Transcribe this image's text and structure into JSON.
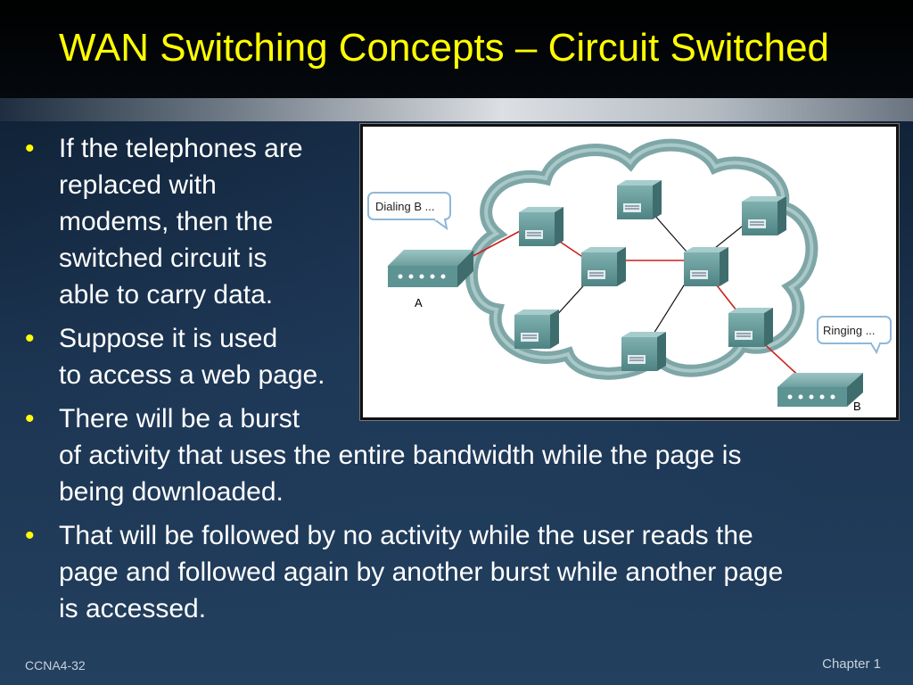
{
  "slide": {
    "title": "WAN Switching Concepts – Circuit Switched",
    "bullets": [
      [
        "If the telephones are",
        "replaced with",
        "modems, then the",
        "switched circuit is",
        "able to carry data."
      ],
      [
        "Suppose it is used",
        "to access a web page."
      ],
      [
        "There will be a burst",
        "of activity that uses the entire bandwidth while the page is",
        "being downloaded."
      ],
      [
        "That will be followed by no activity while the user reads the",
        "page and followed again by another burst while another page",
        "is accessed."
      ]
    ],
    "bullet_symbol": "•"
  },
  "figure": {
    "callout_a": "Dialing B ...",
    "callout_b": "Ringing ...",
    "device_a_label": "A",
    "device_b_label": "B"
  },
  "footer": {
    "left": "CCNA4-32",
    "right": "Chapter 1"
  },
  "colors": {
    "title": "#ffff00",
    "text": "#ffffff",
    "circuit_link": "#cc2020",
    "normal_link": "#111111",
    "cloud": "#7fa6a6"
  }
}
